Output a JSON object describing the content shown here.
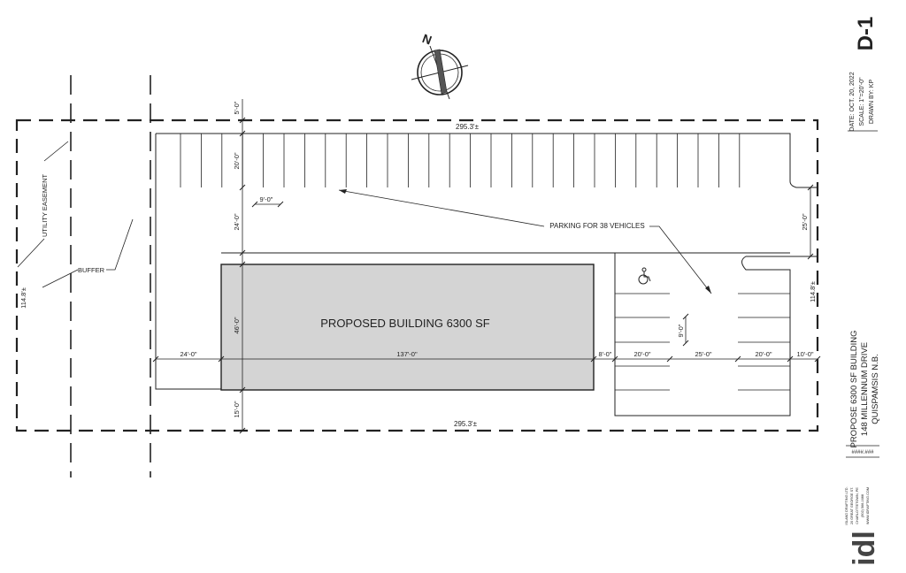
{
  "sheet": {
    "number": "D-1",
    "date": "DATE: OCT. 20, 2022",
    "scale": "SCALE: 1\"=20'-0\"",
    "drawn_by": "DRAWN BY: KP",
    "project_line1": "PROPOSE 6300 SF BUILDING",
    "project_line2": "148 MILLENNUM DRIVE",
    "project_line3": "QUISPAMSIS N.B.",
    "project_no": "####.###"
  },
  "company": {
    "name": "ISLAND DRAFTING LTD.",
    "street": "20 GREAT GEORGE ST.",
    "city": "CHARLOTTETOWN, PE",
    "phone": "(902) 566-1688",
    "web": "WWW.IDRAFTING.COM",
    "logo": "idl"
  },
  "north_arrow": {
    "label": "N",
    "icon": "north-arrow-icon"
  },
  "plan": {
    "building_label": "PROPOSED BUILDING 6300 SF",
    "parking_label": "PARKING FOR 38 VEHICLES",
    "utility_easement": "UTILITY EASEMENT",
    "buffer": "BUFFER",
    "handicap_icon": "accessible-parking-icon"
  },
  "dimensions": {
    "lot_top": "295.3'±",
    "lot_bottom": "295.3'±",
    "lot_left": "114.8'±",
    "lot_right": "114.8'±",
    "setback_top": "5'-0\"",
    "stall_depth": "20'-0\"",
    "stall_width_top": "9'-0\"",
    "aisle": "24'-0\"",
    "building_depth": "46'-0\"",
    "setback_bottom": "15'-0\"",
    "left_drive": "24'-0\"",
    "building_length": "137'-0\"",
    "gap": "8'-0\"",
    "east_stall_1": "20'-0\"",
    "east_aisle": "25'-0\"",
    "east_stall_2": "20'-0\"",
    "east_edge": "10'-0\"",
    "entrance": "25'-0\"",
    "stall_width_east": "9'-0\""
  }
}
